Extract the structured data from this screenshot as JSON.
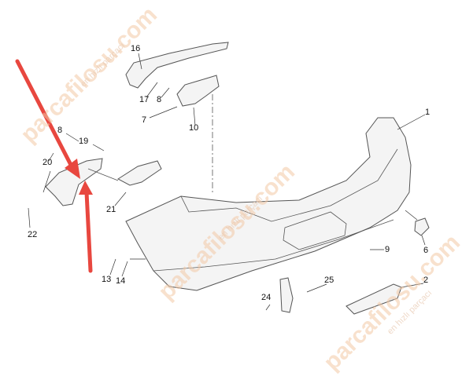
{
  "watermark": {
    "brand": "parcafilosu.com",
    "tagline": "en hızlı parçacı"
  },
  "callouts": [
    "16",
    "17",
    "8",
    "7",
    "10",
    "1",
    "8",
    "19",
    "20",
    "21",
    "22",
    "13",
    "14",
    "9",
    "6",
    "25",
    "2",
    "24"
  ],
  "colors": {
    "arrow": "#e8473f",
    "line": "#555555",
    "watermark": "#f3c9a6"
  }
}
